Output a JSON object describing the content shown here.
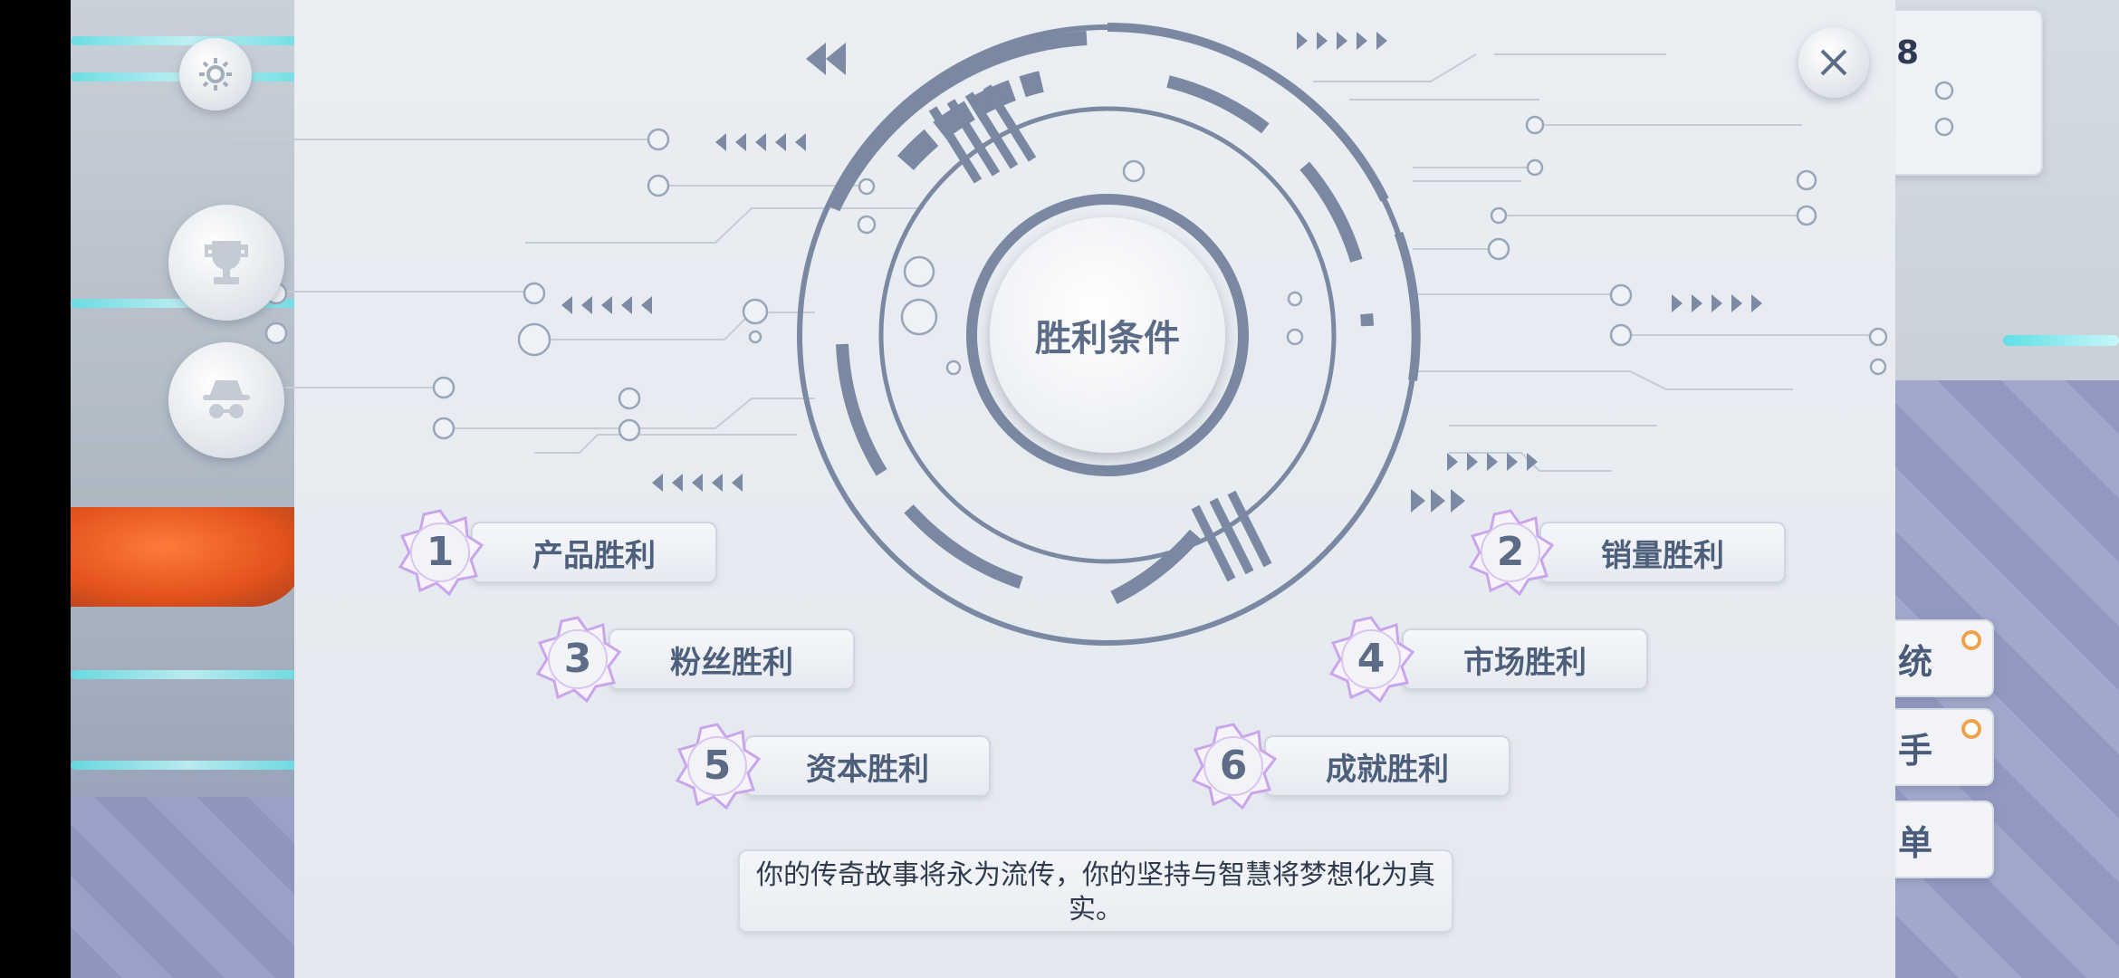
{
  "center_title": "胜利条件",
  "conditions": [
    {
      "num": "1",
      "label": "产品胜利"
    },
    {
      "num": "2",
      "label": "销量胜利"
    },
    {
      "num": "3",
      "label": "粉丝胜利"
    },
    {
      "num": "4",
      "label": "市场胜利"
    },
    {
      "num": "5",
      "label": "资本胜利"
    },
    {
      "num": "6",
      "label": "成就胜利"
    }
  ],
  "quote": "你的传奇故事将永为流传，你的坚持与智慧将梦想化为真实。",
  "topright_value": "8",
  "side_buttons": [
    "统",
    "手",
    "单"
  ],
  "icons": [
    "gear-icon",
    "trophy-icon",
    "spy-icon",
    "close-icon"
  ],
  "colors": {
    "accent": "#6b7a96",
    "badge_ring": "#c9a6ea",
    "notify": "#f0a24a"
  }
}
